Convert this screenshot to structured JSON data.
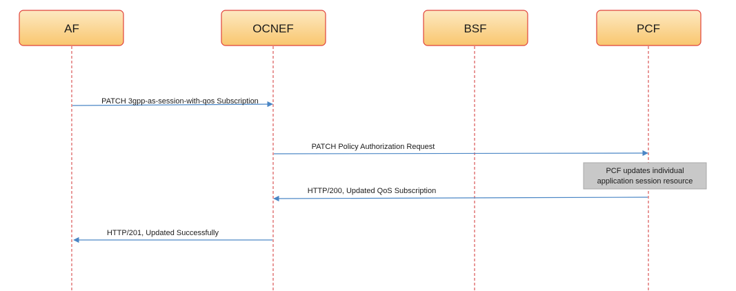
{
  "colors": {
    "actor_fill_top": "#fde9c2",
    "actor_fill_bottom": "#f9c66e",
    "actor_border": "#e0413a",
    "lifeline": "#d03030",
    "arrow": "#4a86c5",
    "note_fill": "#c8c8c8",
    "note_border": "#a8a8a8"
  },
  "actors": [
    {
      "id": "af",
      "label": "AF"
    },
    {
      "id": "ocnef",
      "label": "OCNEF"
    },
    {
      "id": "bsf",
      "label": "BSF"
    },
    {
      "id": "pcf",
      "label": "PCF"
    }
  ],
  "messages": [
    {
      "from": "af",
      "to": "ocnef",
      "label": "PATCH 3gpp-as-session-with-qos Subscription"
    },
    {
      "from": "ocnef",
      "to": "pcf",
      "label": "PATCH Policy Authorization Request"
    },
    {
      "from": "pcf",
      "to": "ocnef",
      "label": "HTTP/200, Updated QoS Subscription"
    },
    {
      "from": "ocnef",
      "to": "af",
      "label": "HTTP/201, Updated Successfully"
    }
  ],
  "note": {
    "actor": "pcf",
    "lines": [
      "PCF updates individual",
      "application session resource"
    ]
  }
}
